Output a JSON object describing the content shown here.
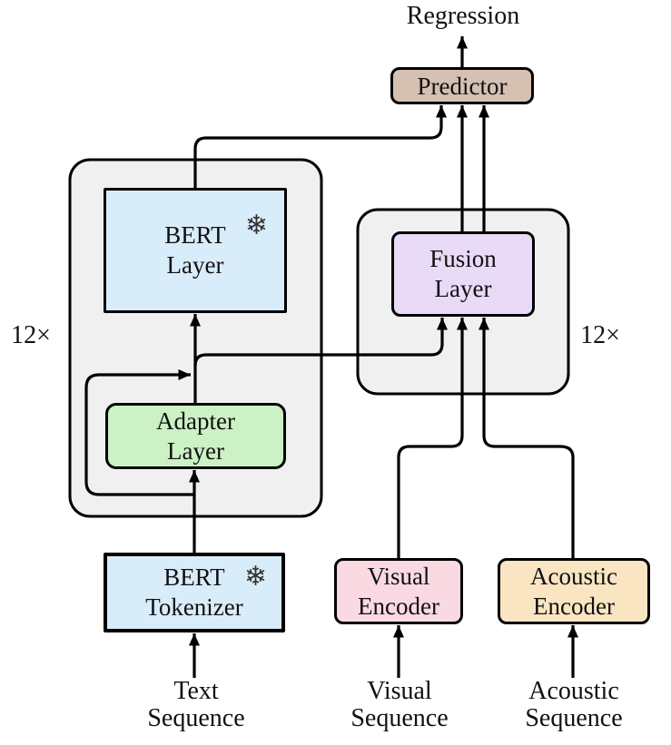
{
  "diagram": {
    "output_label": "Regression",
    "repeat_left": "12×",
    "repeat_right": "12×",
    "frozen_icon": "❄",
    "colors": {
      "container_fill": "#f0f0f0",
      "line": "#000000",
      "predictor": "#d5c0b1",
      "bert": "#d9ecfa",
      "adapter": "#cbf1c4",
      "fusion": "#e9daf7",
      "visual": "#fad9e2",
      "acoustic": "#fae5c2"
    },
    "nodes": {
      "predictor": {
        "label": "Predictor"
      },
      "bert_layer": {
        "line1": "BERT",
        "line2": "Layer",
        "frozen": true
      },
      "adapter_layer": {
        "line1": "Adapter",
        "line2": "Layer"
      },
      "fusion_layer": {
        "line1": "Fusion",
        "line2": "Layer"
      },
      "bert_tokenizer": {
        "line1": "BERT",
        "line2": "Tokenizer",
        "frozen": true
      },
      "visual_encoder": {
        "line1": "Visual",
        "line2": "Encoder"
      },
      "acoustic_encoder": {
        "line1": "Acoustic",
        "line2": "Encoder"
      }
    },
    "inputs": {
      "text": {
        "line1": "Text",
        "line2": "Sequence"
      },
      "visual": {
        "line1": "Visual",
        "line2": "Sequence"
      },
      "acoustic": {
        "line1": "Acoustic",
        "line2": "Sequence"
      }
    }
  }
}
